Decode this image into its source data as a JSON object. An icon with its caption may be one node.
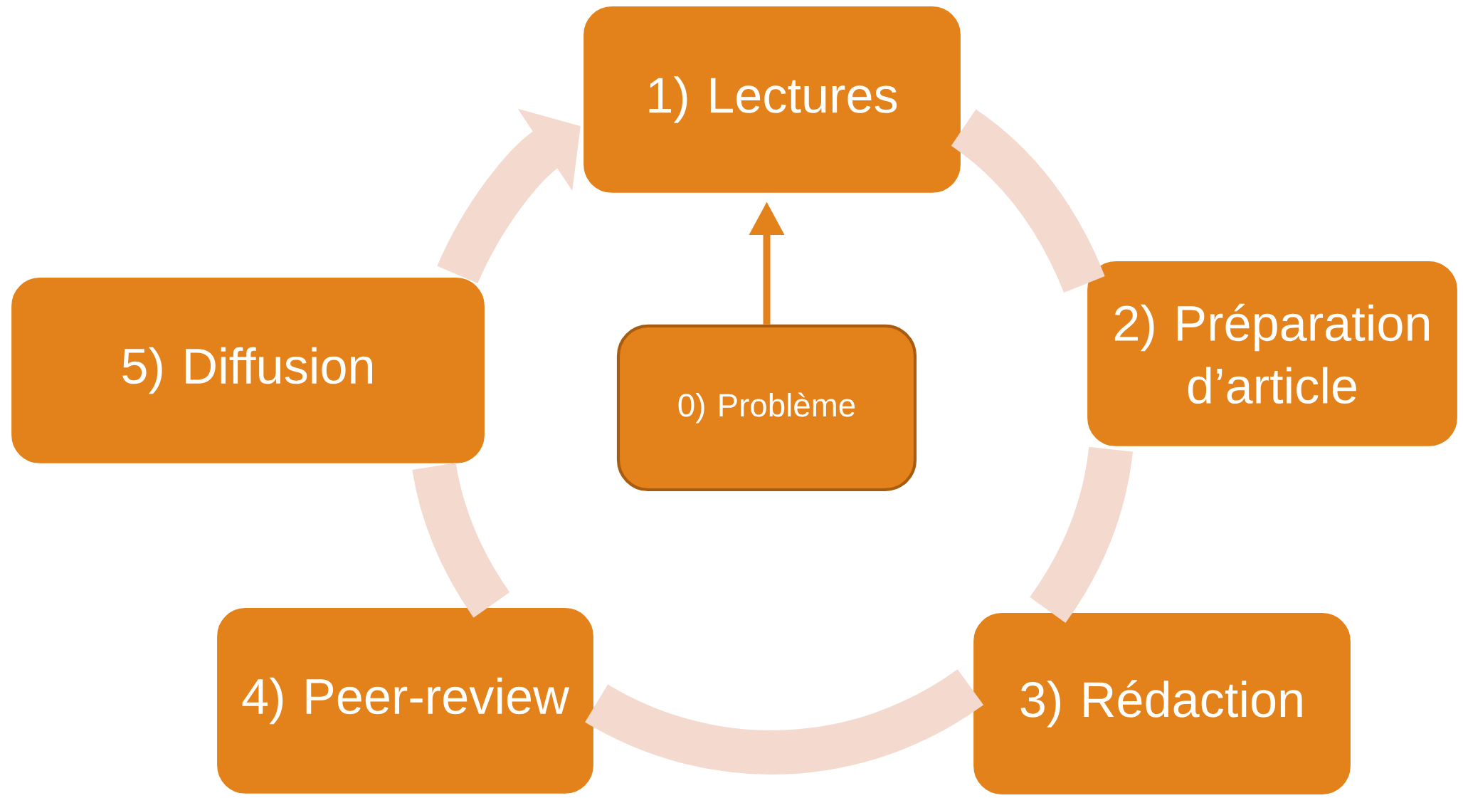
{
  "diagram": {
    "nodes": [
      {
        "text": [
          "0) Problème"
        ]
      },
      {
        "text": [
          "1) Lectures"
        ]
      },
      {
        "text": [
          "2) Préparation d’article"
        ]
      },
      {
        "text": [
          "3) Rédaction"
        ]
      },
      {
        "text": [
          "4) Peer-review"
        ]
      },
      {
        "text": [
          "5) Diffusion"
        ]
      }
    ],
    "edges": [
      {
        "from": 1,
        "to": 2,
        "arrow": "none"
      },
      {
        "from": 2,
        "to": 3,
        "arrow": "none"
      },
      {
        "from": 3,
        "to": 4,
        "arrow": "none"
      },
      {
        "from": 4,
        "to": 5,
        "arrow": "none"
      },
      {
        "from": 5,
        "to": 1,
        "arrow": "to"
      },
      {
        "from": 0,
        "to": 1,
        "arrow": "to",
        "color": "#e3821a"
      }
    ]
  }
}
